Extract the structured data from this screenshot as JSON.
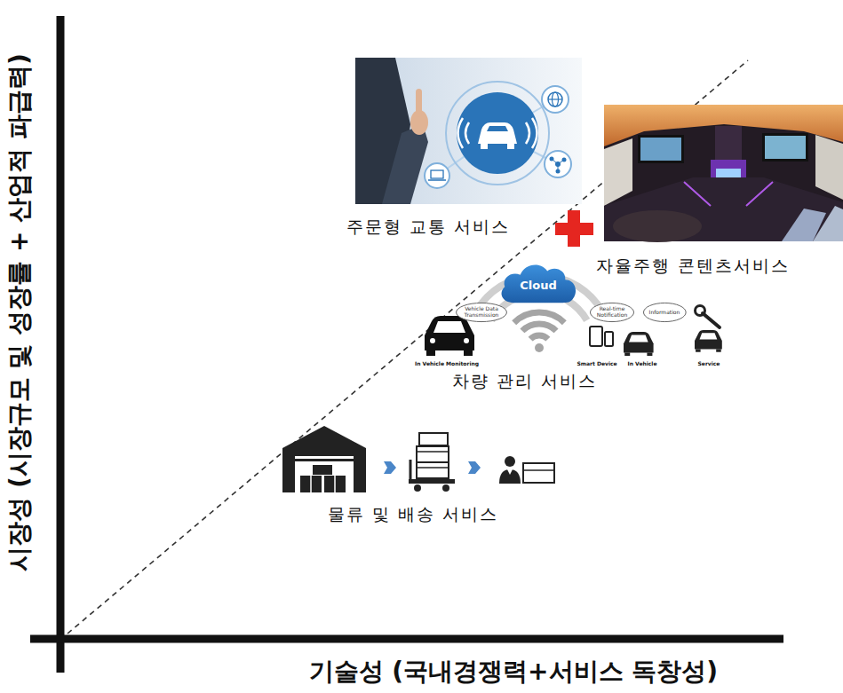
{
  "diagram": {
    "nodes": [
      {
        "text": [
          "Cloud"
        ]
      },
      {
        "text": [
          "Vehicle Data Transmission"
        ]
      },
      {
        "text": [
          "Real-time Notification"
        ]
      },
      {
        "text": [
          "Information"
        ]
      }
    ],
    "labels": [
      "시장성 (시장규모 및 성장률 + 산업적 파급력)",
      "기술성 (국내경쟁력+서비스 독창성)",
      "주문형 교통 서비스",
      "자율주행 콘텐츠서비스",
      "차량 관리 서비스",
      "물류 및 배송 서비스",
      "In Vehicle Monitoring",
      "Smart Device",
      "In Vehicle",
      "Service"
    ]
  }
}
